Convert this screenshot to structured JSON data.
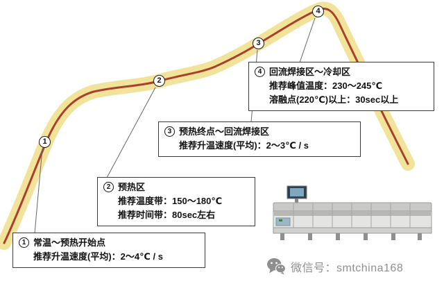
{
  "colors": {
    "band": "#f0e08f",
    "curve": "#a8402a",
    "footer_gray": "#8f8f8f"
  },
  "markers": [
    {
      "num": "1"
    },
    {
      "num": "2"
    },
    {
      "num": "3"
    },
    {
      "num": "4"
    }
  ],
  "callouts": [
    {
      "num": "1",
      "title": "常温～预热开始点",
      "lines": [
        "推荐升温速度(平均)：2～4℃ / s"
      ]
    },
    {
      "num": "2",
      "title": "预热区",
      "lines": [
        "推荐温度带：150～180℃",
        "推荐时间带：80sec左右"
      ]
    },
    {
      "num": "3",
      "title": "预热终点～回流焊接区",
      "lines": [
        "推荐升温速度(平均)：2～3℃ / s"
      ]
    },
    {
      "num": "4",
      "title": "回流焊接区～冷却区",
      "lines": [
        "推荐峰值温度：230～245℃",
        "溶融点(220℃)以上：30sec以上"
      ]
    }
  ],
  "footer": {
    "wechat_label": "微信号：smtchina168"
  }
}
